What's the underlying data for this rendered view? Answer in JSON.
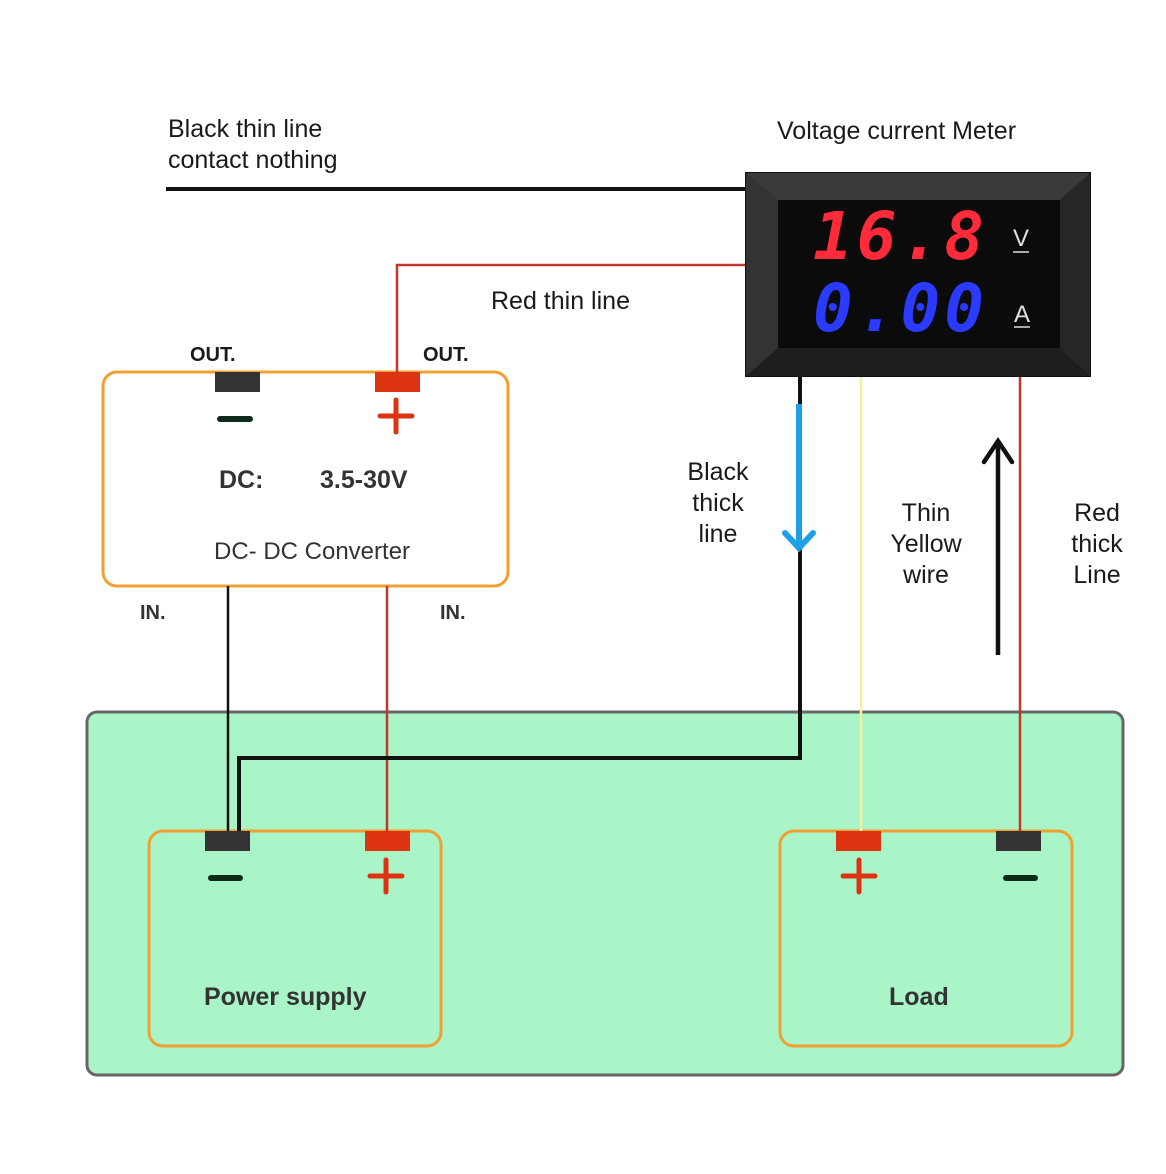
{
  "labels": {
    "black_thin_line": "Black thin line\ncontact nothing",
    "meter_title": "Voltage current Meter",
    "red_thin_line": "Red thin line",
    "out_left": "OUT.",
    "out_right": "OUT.",
    "dc_label": "DC:",
    "dc_range": "3.5-30V",
    "converter_name": "DC- DC Converter",
    "in_left": "IN.",
    "in_right": "IN.",
    "black_thick_line": "Black\nthick\nline",
    "thin_yellow_wire": "Thin\nYellow\nwire",
    "red_thick_line": "Red\nthick\nLine",
    "power_supply": "Power supply",
    "load": "Load"
  },
  "meter": {
    "voltage_reading": "16.8",
    "voltage_unit": "V",
    "current_reading": "0.00",
    "current_unit": "A"
  },
  "colors": {
    "box_border": "#f0a030",
    "panel_fill": "#aaf5c7",
    "panel_border": "#666666",
    "terminal_red": "#dd3311",
    "terminal_black": "#333333",
    "wire_red": "#c0392b",
    "wire_black": "#111111",
    "wire_yellow": "#f5f0a0",
    "arrow_blue": "#1ea0e6",
    "meter_red_digits": "#ff2a3a",
    "meter_blue_digits": "#2a3aff"
  }
}
